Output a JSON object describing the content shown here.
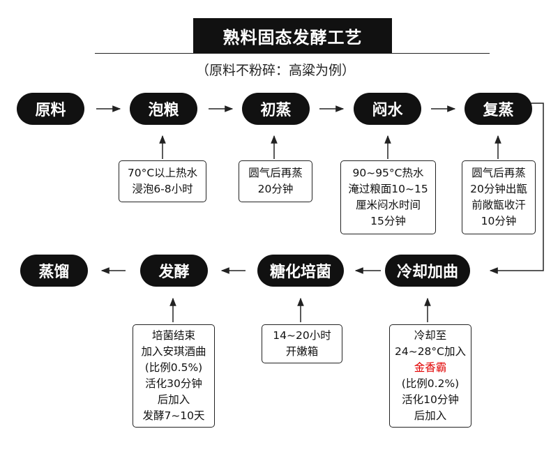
{
  "title": "熟料固态发酵工艺",
  "subtitle": "（原料不粉碎：高粱为例）",
  "colors": {
    "step_fill": "#111111",
    "step_text": "#ffffff",
    "line": "#222222",
    "highlight": "#e10000"
  },
  "steps": {
    "raw": "原料",
    "soak": "泡粮",
    "first_steam": "初蒸",
    "braise": "闷水",
    "re_steam": "复蒸",
    "cool_koji": "冷却加曲",
    "saccharify": "糖化培菌",
    "ferment": "发酵",
    "distill": "蒸馏"
  },
  "notes": {
    "soak": [
      "70°C以上热水",
      "浸泡6-8小时"
    ],
    "first_steam": [
      "圆气后再蒸",
      "20分钟"
    ],
    "braise": [
      "90~95°C热水",
      "淹过粮面10~15",
      "厘米闷水时间",
      "15分钟"
    ],
    "re_steam": [
      "圆气后再蒸",
      "20分钟出甑",
      "前敞甑收汗",
      "10分钟"
    ],
    "cool_koji": {
      "lines_before": [
        "冷却至",
        "24~28°C加入"
      ],
      "highlight": "金香霸",
      "lines_after": [
        "(比例0.2%)",
        "活化10分钟",
        "后加入"
      ]
    },
    "saccharify": [
      "14~20小时",
      "开嫩箱"
    ],
    "ferment": [
      "培菌结束",
      "加入安琪酒曲",
      "(比例0.5%)",
      "活化30分钟",
      "后加入",
      "发酵7~10天"
    ]
  }
}
